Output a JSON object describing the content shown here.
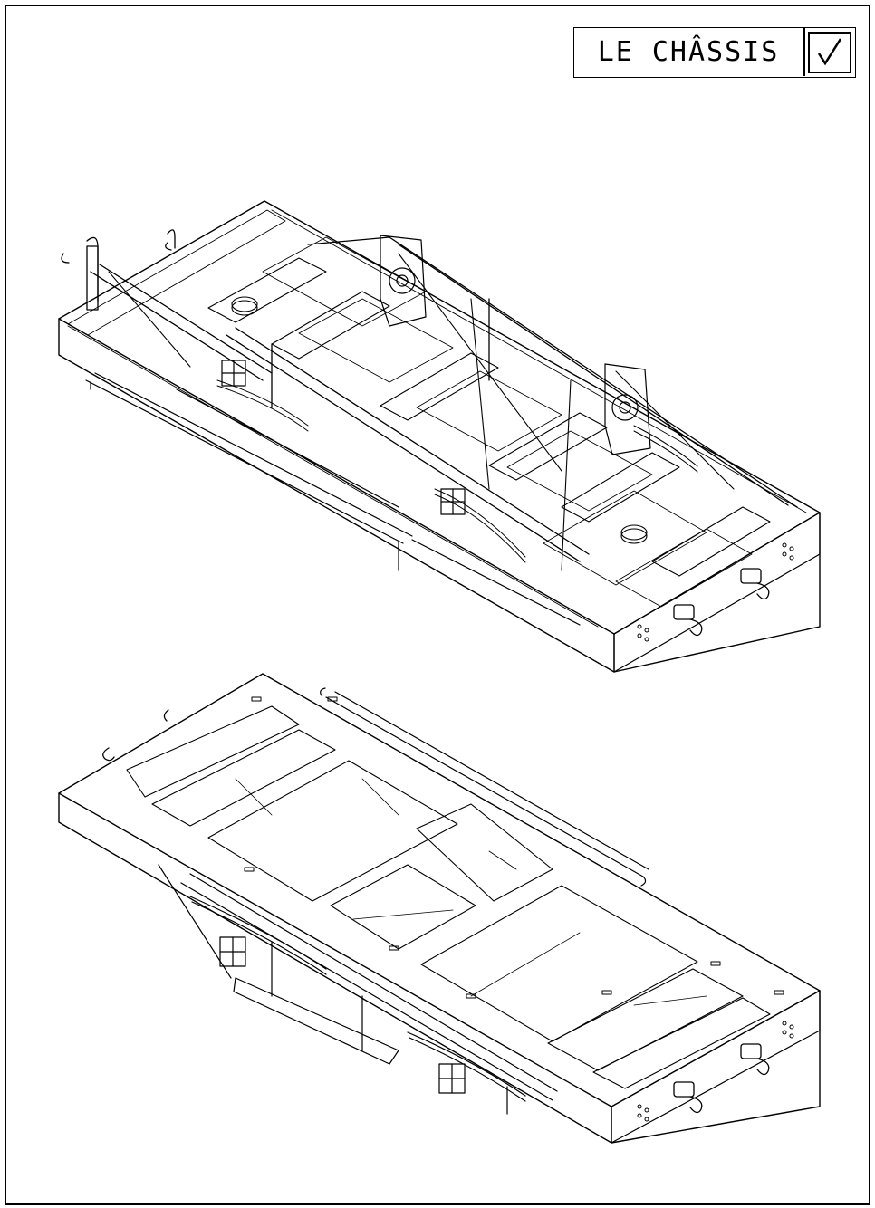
{
  "sheet": {
    "title": "LE CHÂSSIS",
    "check_mark": "✓"
  },
  "colors": {
    "ink": "#000000",
    "paper": "#ffffff"
  },
  "drawings": [
    {
      "name": "chassis-view-top-isometric",
      "icon": "chassis-assembly-icon"
    },
    {
      "name": "chassis-view-bottom-isometric",
      "icon": "chassis-frame-icon"
    }
  ]
}
